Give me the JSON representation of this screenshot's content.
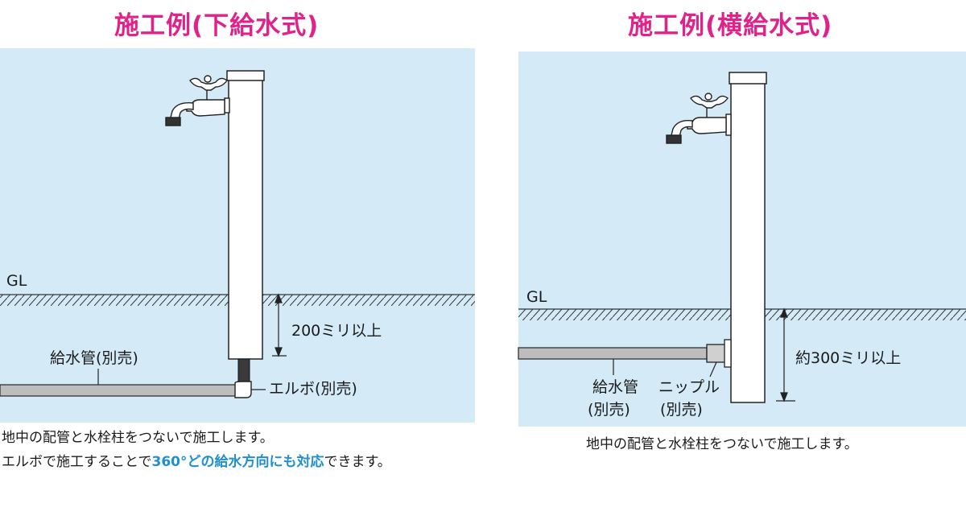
{
  "left": {
    "title": "施工例(下給水式)",
    "gl_label": "GL",
    "depth_label": "200ミリ以上",
    "pipe_label": "給水管(別売)",
    "elbow_label": "エルボ(別売)",
    "caption_line1": "地中の配管と水栓柱をつないで施工します。",
    "caption_line2_prefix": "エルボで施工することで",
    "caption_line2_highlight": "360°どの給水方向にも対応",
    "caption_line2_suffix": "できます。"
  },
  "right": {
    "title": "施工例(横給水式)",
    "gl_label": "GL",
    "depth_label": "約300ミリ以上",
    "pipe_label_line1": "給水管",
    "pipe_label_line2": "(別売)",
    "nipple_label_line1": "ニップル",
    "nipple_label_line2": "(別売)",
    "caption": "地中の配管と水栓柱をつないで施工します。"
  },
  "colors": {
    "title": "#e0238a",
    "sky": "#d4ebf7",
    "highlight": "#1f8fd1"
  }
}
